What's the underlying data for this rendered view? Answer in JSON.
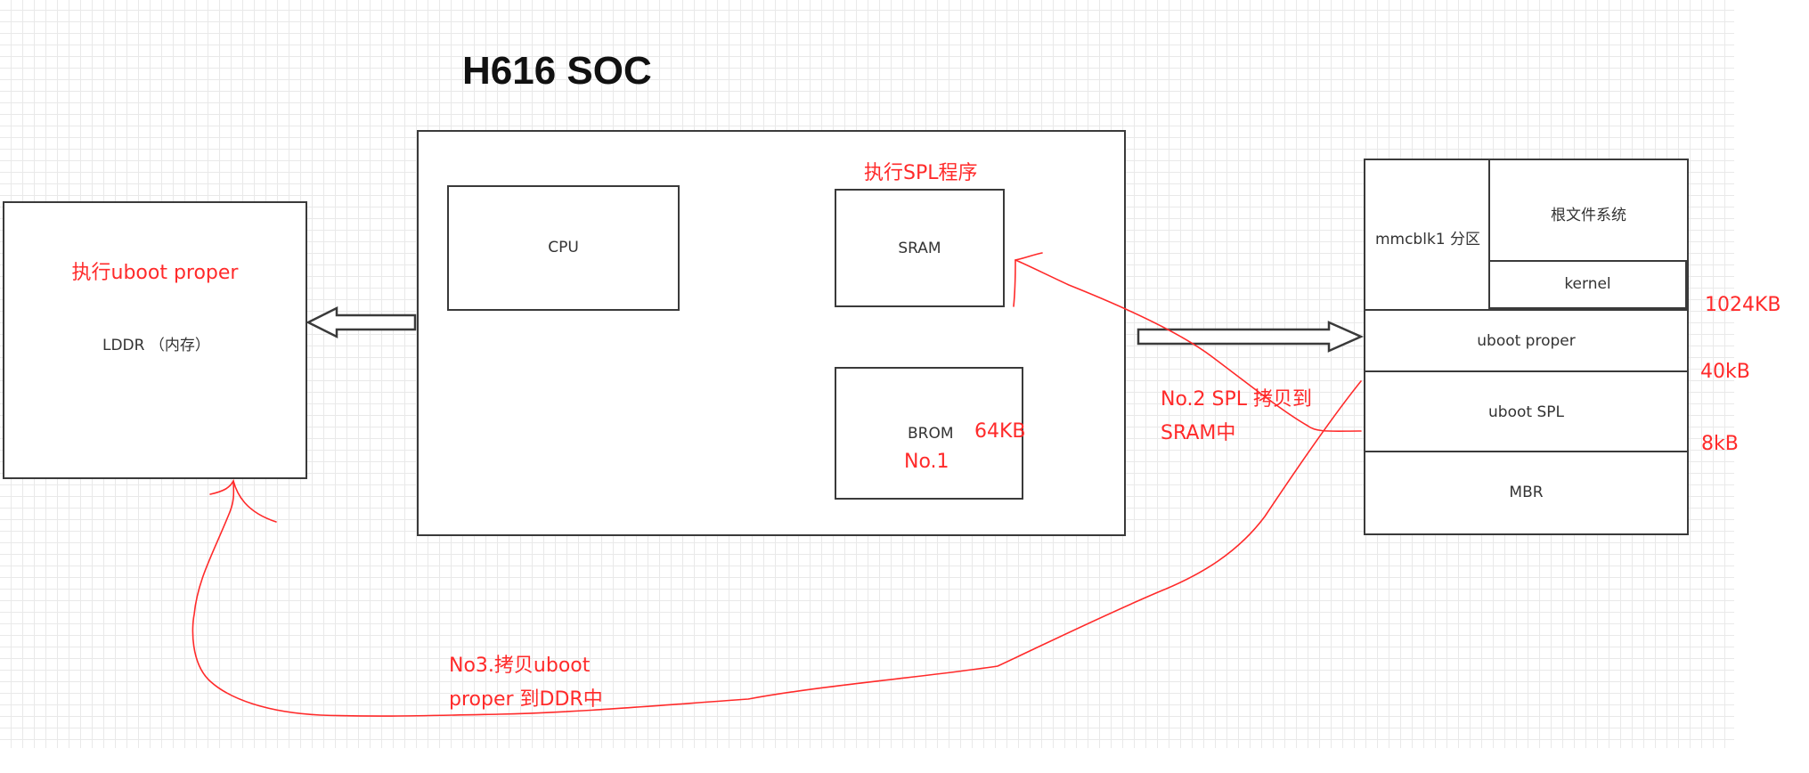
{
  "title": "H616 SOC",
  "ddr": {
    "label": "LDDR （内存）",
    "note": "执行uboot proper"
  },
  "soc": {
    "cpu_label": "CPU",
    "sram_label": "SRAM",
    "sram_note": "执行SPL程序",
    "brom_label": "BROM",
    "brom_size": "64KB",
    "brom_step": "No.1"
  },
  "storage": {
    "partition_label": "mmcblk1 分区",
    "rootfs_label": "根文件系统",
    "kernel_label": "kernel",
    "uboot_proper_label": "uboot proper",
    "uboot_spl_label": "uboot SPL",
    "mbr_label": "MBR"
  },
  "offsets": {
    "o1024": "1024KB",
    "o40": "40kB",
    "o8": "8kB"
  },
  "annotations": {
    "step2_line1": "No.2 SPL 拷贝到",
    "step2_line2": "SRAM中",
    "step3_line1": "No3.拷贝uboot",
    "step3_line2": "proper 到DDR中"
  },
  "colors": {
    "annotation": "#ff2a2a",
    "border": "#3a3a3a",
    "grid": "#e9e9e9"
  }
}
